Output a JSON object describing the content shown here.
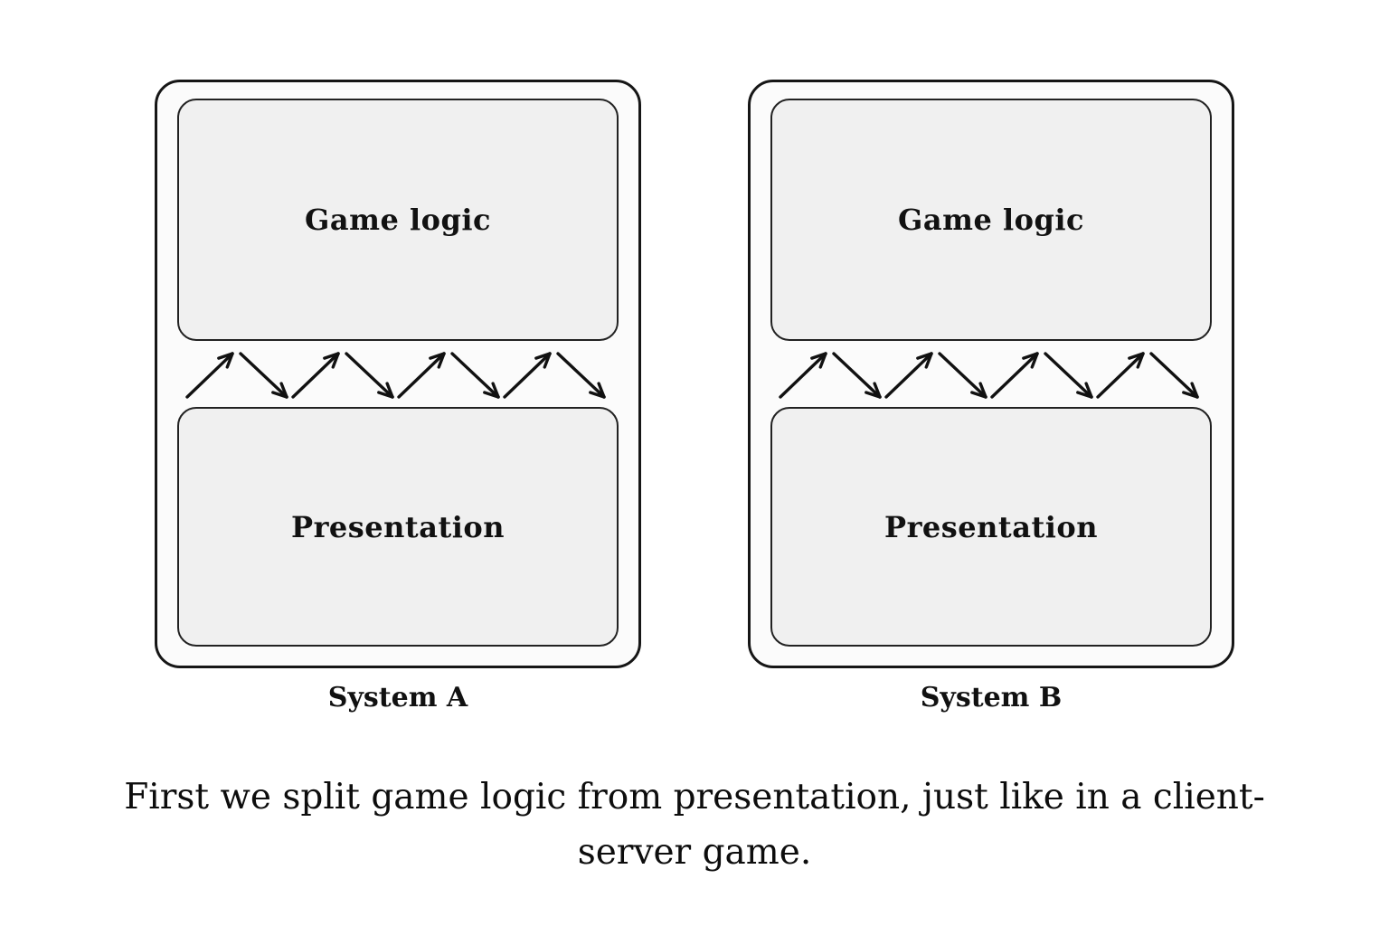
{
  "colors": {
    "page_background": "#ffffff",
    "card_fill": "#fbfbfb",
    "box_fill": "#f0f0f0",
    "border": "#161616",
    "arrow": "#111111",
    "text": "#111111"
  },
  "systems": [
    {
      "name": "System A",
      "boxes": [
        {
          "label": "Game logic"
        },
        {
          "label": "Presentation"
        }
      ]
    },
    {
      "name": "System B",
      "boxes": [
        {
          "label": "Game logic"
        },
        {
          "label": "Presentation"
        }
      ]
    }
  ],
  "arrows": {
    "pairs_per_system": 4,
    "style": "bidirectional-zigzag"
  },
  "caption": {
    "line1": "First we split game logic from presentation, just like in a client-",
    "line2": "server game."
  }
}
